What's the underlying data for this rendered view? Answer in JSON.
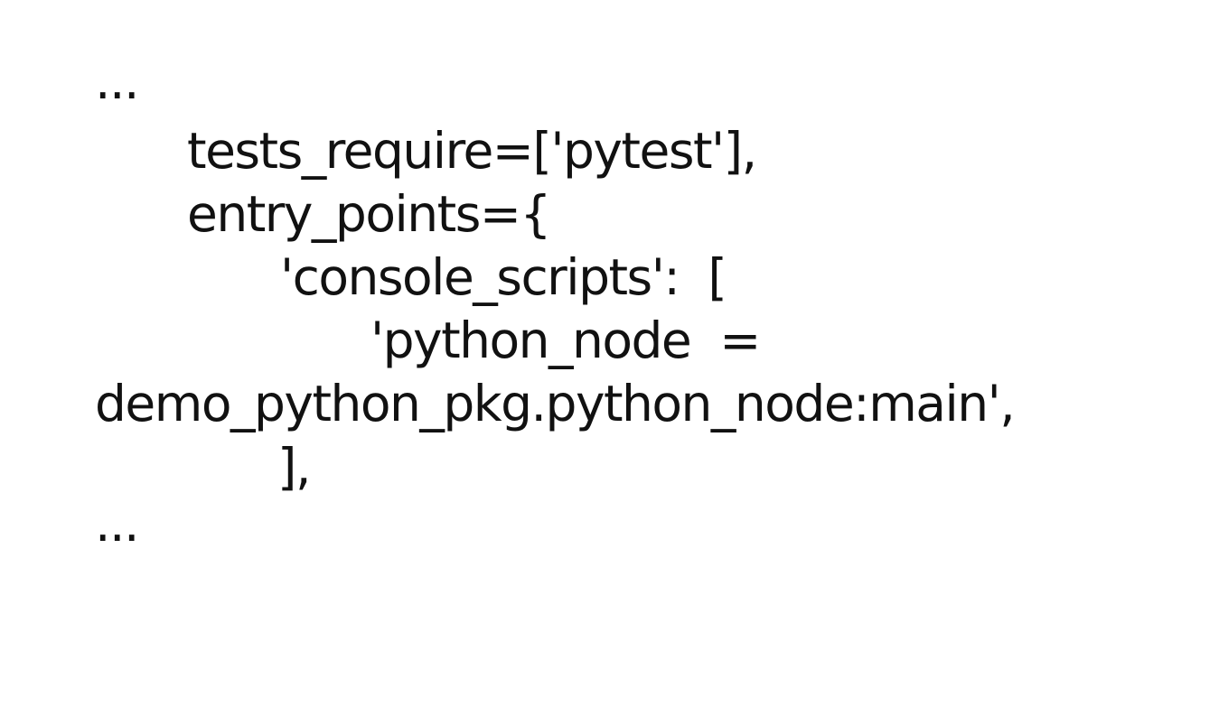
{
  "lines": [
    "...",
    "tests_require=['pytest'],",
    "entry_points={",
    "'console_scripts':  [",
    "'python_node  =",
    "demo_python_pkg.python_node:main',",
    "],",
    "..."
  ]
}
